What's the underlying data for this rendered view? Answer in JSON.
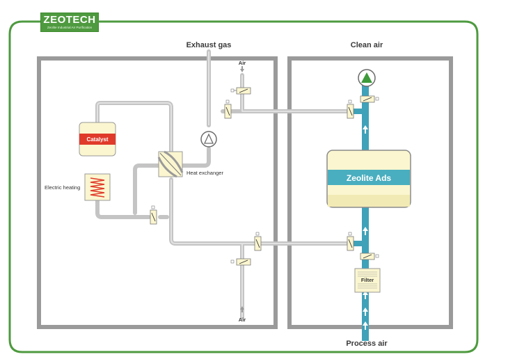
{
  "brand": {
    "name": "ZEOTECH",
    "tagline": "Zeolite Industrial Air Purification",
    "color": "#4e9a3f"
  },
  "labels": {
    "exhaust_gas": "Exhaust gas",
    "clean_air": "Clean air",
    "process_air": "Process air",
    "air_top": "Air",
    "air_bottom": "Air",
    "heat_exchanger": "Heat exchanger",
    "electric_heating": "Electric heating",
    "catalyst": "Catalyst",
    "zeolite": "Zeolite Ads",
    "filter": "Filter"
  },
  "colors": {
    "frame": "#4e9a3f",
    "panel_border": "#9a9a9a",
    "pipe": "#c4c4c4",
    "clean_pipe": "#3fa2b8",
    "cream": "#fbf6cf",
    "catalyst_band": "#e03a2a",
    "zeolite_band": "#49aebf",
    "fan_green": "#3e9a3a"
  },
  "icons": [
    "fan-icon",
    "damper-icon",
    "heater-coil-icon",
    "flow-arrow-icon",
    "filter-icon"
  ]
}
